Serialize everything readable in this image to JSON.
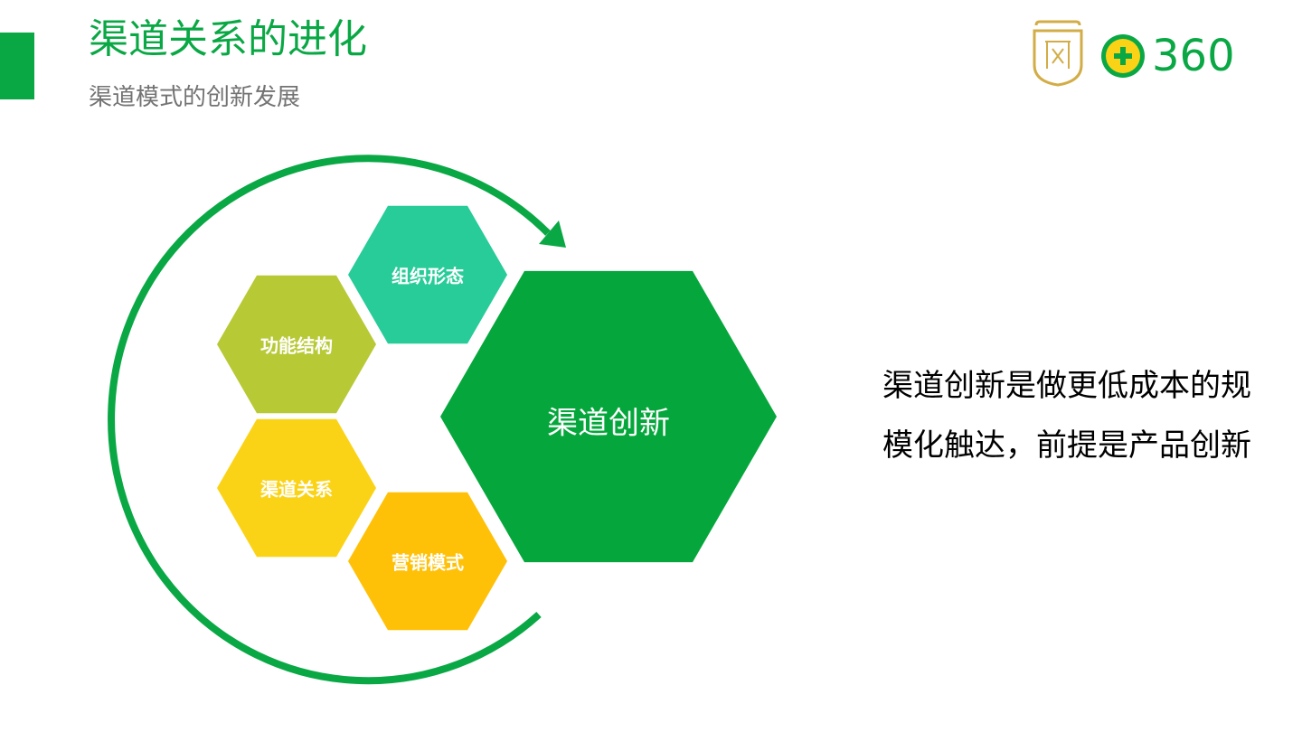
{
  "header": {
    "title": "渠道关系的进化",
    "subtitle": "渠道模式的创新发展"
  },
  "logo": {
    "badge_icon": "pavilion-badge-icon",
    "brand_mark": "360-plus-logo",
    "brand_text": "360"
  },
  "diagram": {
    "center": "渠道创新",
    "hexagons": [
      {
        "key": "org",
        "label": "组织形态",
        "color": "#27cc98"
      },
      {
        "key": "func",
        "label": "功能结构",
        "color": "#b8c936"
      },
      {
        "key": "rel",
        "label": "渠道关系",
        "color": "#fbd316"
      },
      {
        "key": "mkt",
        "label": "营销模式",
        "color": "#ffc107"
      }
    ],
    "center_color": "#05a73c",
    "arrow_color": "#0aa845"
  },
  "statement": {
    "line1": "渠道创新是做更低成本的规",
    "line2": "模化触达，前提是产品创新"
  },
  "colors": {
    "accent": "#0aa845",
    "gold": "#d2ad47"
  }
}
